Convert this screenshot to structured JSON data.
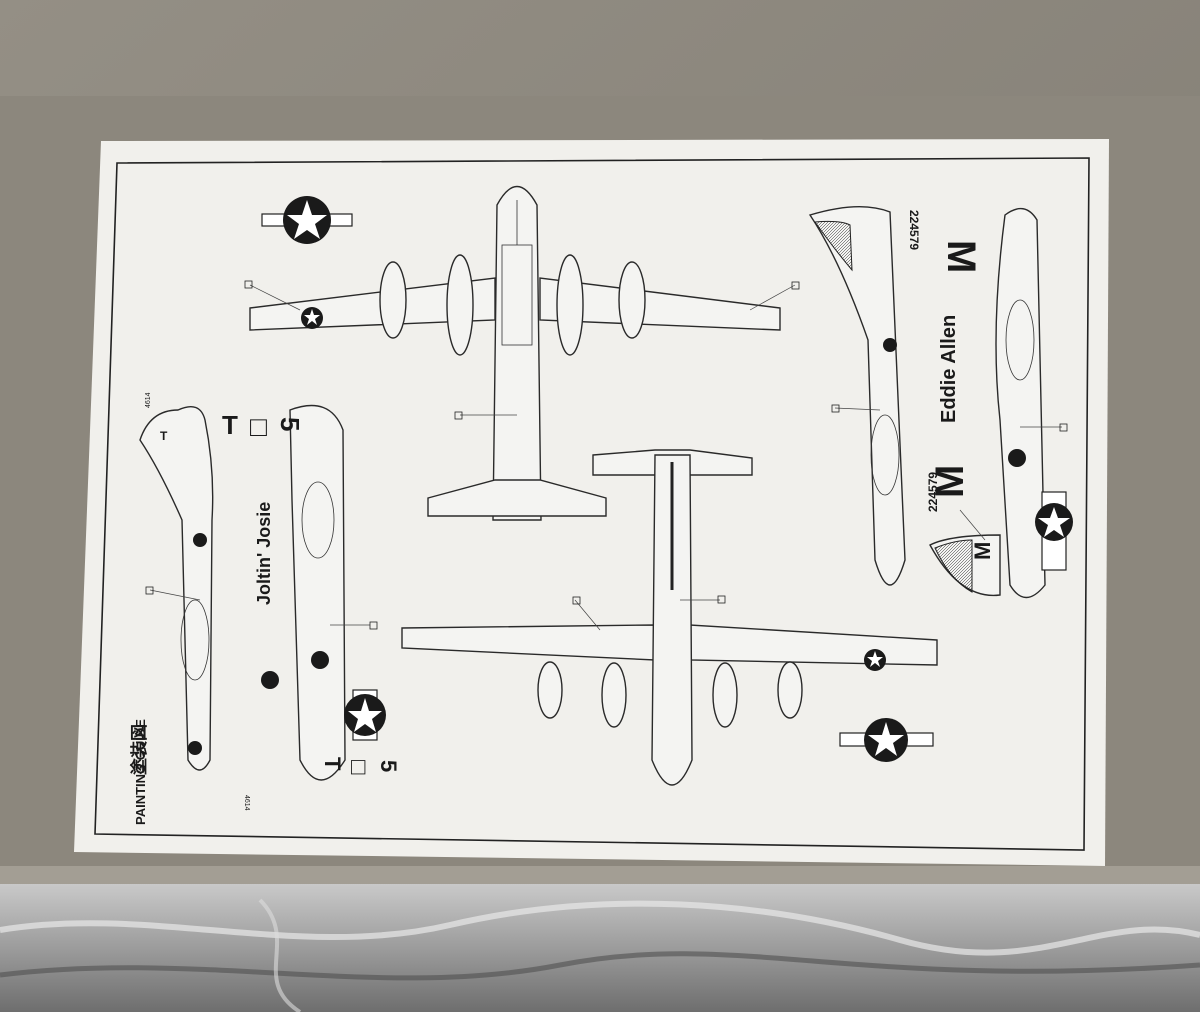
{
  "sheet": {
    "title_jp": "塗装図",
    "title_en": "PAINTING GUIDE"
  },
  "aircraft_a": {
    "nose_art": "Joltin' Josie",
    "tail_letters": [
      "T",
      "□",
      "5"
    ],
    "tail_code": "4614"
  },
  "aircraft_b": {
    "nose_art": "Eddie Allen",
    "tail_letter": "M",
    "serial": "224579"
  },
  "colors": {
    "box": "#8f8a80",
    "paper": "#f1f0ec",
    "ink": "#1a1a1a"
  }
}
